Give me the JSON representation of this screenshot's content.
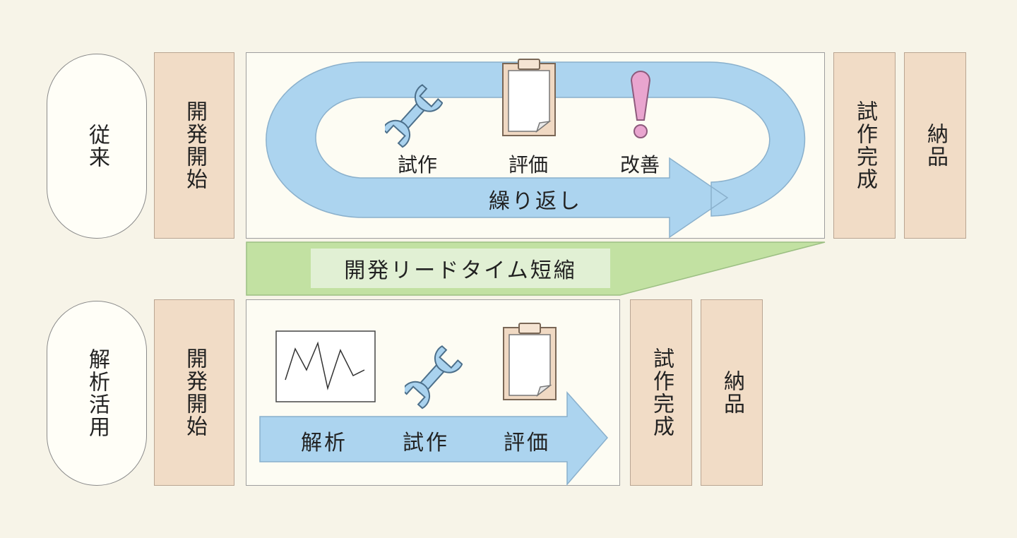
{
  "colors": {
    "background": "#f7f4e8",
    "stage_box": "#f1dcc6",
    "panel": "#fdfcf3",
    "flow_arrow": "#acd4ef",
    "lead_time_band": "#c2e1a2",
    "exclamation": "#e9a5cf"
  },
  "conventional": {
    "label": "従来",
    "start": "開発開始",
    "loop_steps": [
      "試作",
      "評価",
      "改善"
    ],
    "loop_label": "繰り返し",
    "prototype_done": "試作完成",
    "delivery": "納品",
    "icons": [
      "wrench-icon",
      "clipboard-icon",
      "exclamation-icon"
    ]
  },
  "reduction": {
    "label": "開発リードタイム短縮"
  },
  "analysis": {
    "label": "解析活用",
    "start": "開発開始",
    "steps": [
      "解析",
      "試作",
      "評価"
    ],
    "prototype_done": "試作完成",
    "delivery": "納品",
    "icons": [
      "line-graph-icon",
      "wrench-icon",
      "clipboard-icon"
    ]
  }
}
